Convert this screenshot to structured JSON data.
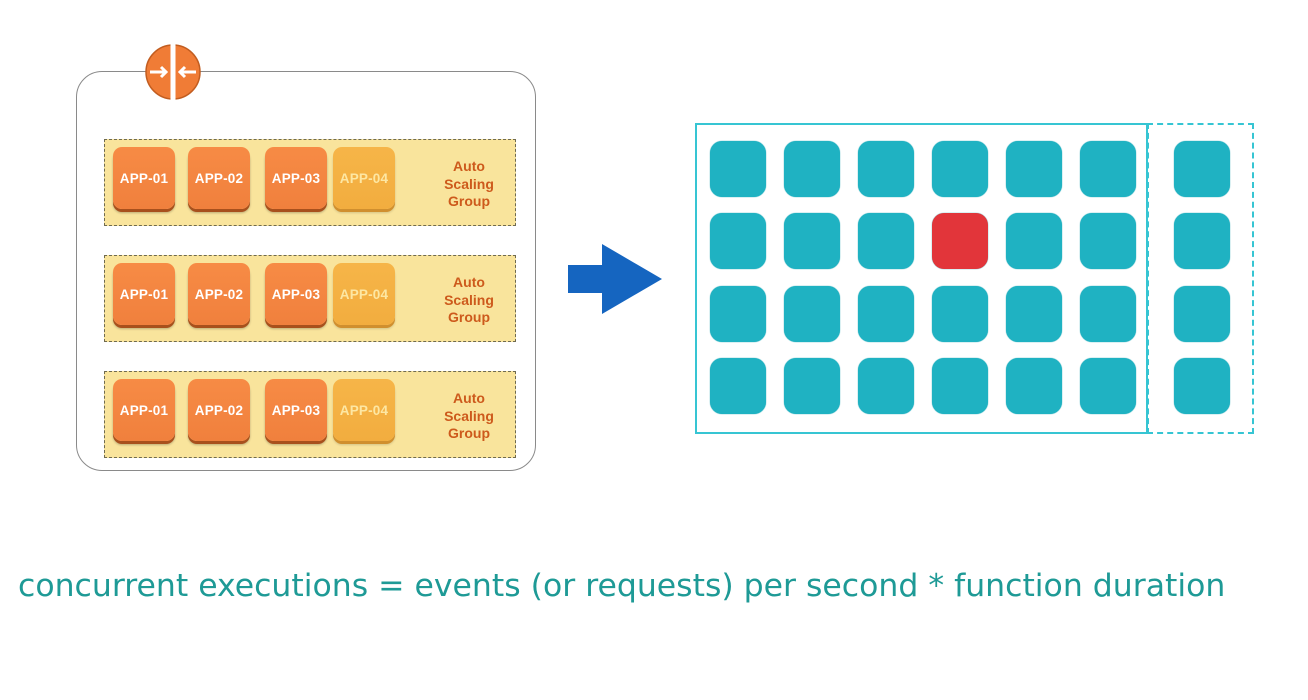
{
  "left_diagram": {
    "groups": [
      {
        "apps": [
          {
            "label": "APP-01",
            "faded": false
          },
          {
            "label": "APP-02",
            "faded": false
          },
          {
            "label": "APP-03",
            "faded": false
          },
          {
            "label": "APP-04",
            "faded": true
          }
        ],
        "label": "Auto\nScaling\nGroup"
      },
      {
        "apps": [
          {
            "label": "APP-01",
            "faded": false
          },
          {
            "label": "APP-02",
            "faded": false
          },
          {
            "label": "APP-03",
            "faded": false
          },
          {
            "label": "APP-04",
            "faded": true
          }
        ],
        "label": "Auto\nScaling\nGroup"
      },
      {
        "apps": [
          {
            "label": "APP-01",
            "faded": false
          },
          {
            "label": "APP-02",
            "faded": false
          },
          {
            "label": "APP-03",
            "faded": false
          },
          {
            "label": "APP-04",
            "faded": true
          }
        ],
        "label": "Auto\nScaling\nGroup"
      }
    ],
    "icon": "load-balancer-icon"
  },
  "right_diagram": {
    "rows": 4,
    "main_columns": 6,
    "extra_columns": 1,
    "highlighted": [
      {
        "row": 2,
        "col": 4
      }
    ],
    "colors": {
      "cell": "#1fb2c2",
      "highlight": "#e2353a",
      "frame": "#36c5d3"
    }
  },
  "arrow": {
    "icon": "right-arrow-icon",
    "color": "#1565c0"
  },
  "formula": {
    "text": "concurrent executions = events (or requests) per second * function duration"
  }
}
